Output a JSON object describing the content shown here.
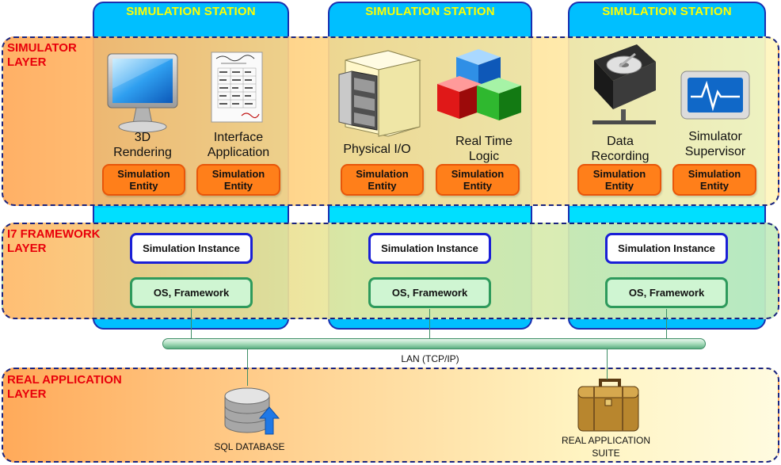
{
  "stations": [
    {
      "title": "SIMULATION STATION",
      "apps": [
        {
          "label": "3D\nRendering",
          "icon": "monitor-icon"
        },
        {
          "label": "Interface\nApplication",
          "icon": "document-icon"
        }
      ],
      "entities": [
        "Simulation\nEntity",
        "Simulation\nEntity"
      ],
      "instance": "Simulation Instance",
      "os": "OS, Framework"
    },
    {
      "title": "SIMULATION STATION",
      "apps": [
        {
          "label": "Physical I/O",
          "icon": "server-rack-icon"
        },
        {
          "label": "Real Time\nLogic",
          "icon": "cubes-icon"
        }
      ],
      "entities": [
        "Simulation\nEntity",
        "Simulation\nEntity"
      ],
      "instance": "Simulation Instance",
      "os": "OS, Framework"
    },
    {
      "title": "SIMULATION STATION",
      "apps": [
        {
          "label": "Data\nRecording",
          "icon": "hard-drive-icon"
        },
        {
          "label": "Simulator\nSupervisor",
          "icon": "heartbeat-monitor-icon"
        }
      ],
      "entities": [
        "Simulation\nEntity",
        "Simulation\nEntity"
      ],
      "instance": "Simulation Instance",
      "os": "OS, Framework"
    }
  ],
  "layers": {
    "simulator": "SIMULATOR\nLAYER",
    "framework": "I7 FRAMEWORK\nLAYER",
    "real_application": "REAL APPLICATION\nLAYER"
  },
  "lan": {
    "label": "LAN (TCP/IP)"
  },
  "database": {
    "label": "SQL DATABASE",
    "icon": "database-icon"
  },
  "suite": {
    "label": "REAL APPLICATION\nSUITE",
    "icon": "briefcase-icon"
  },
  "colors": {
    "station": "#00bfff",
    "station_border": "#1a2fb0",
    "station_title": "#ffff00",
    "layer_label": "#e8000b",
    "entity": "#ff7f1a",
    "instance_border": "#1a1fd6",
    "os_fill": "#cff5d2",
    "os_border": "#2e9a5c"
  }
}
